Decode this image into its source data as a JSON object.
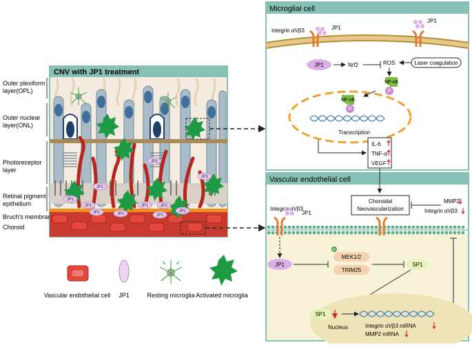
{
  "retina": {
    "title": "CNV with JP1 treatment",
    "layers": [
      "Outer plexiform layer(OPL)",
      "Outer nuclear layer(ONL)",
      "Photoreceptor layer",
      "Retinal pigment epithelium",
      "Bruch's membrane",
      "Choroid"
    ],
    "jp1_label": "JP1"
  },
  "legend": {
    "endothelial": "Vascular endothelial cell",
    "jp1": "JP1",
    "resting": "Resting microglia",
    "activated": "Activated microglia"
  },
  "microglia_panel": {
    "title": "Microglial cell",
    "integrin": "Integrin αVβ3",
    "jp1_a": "JP1",
    "jp1_b": "JP1",
    "jp1_node": "JP1",
    "nrf2": "Nrf2",
    "ros": "ROS",
    "laser": "Laser coagulation",
    "nfkb_a": "NF-κB",
    "nfkb_b": "NF-κB",
    "p_a": "P",
    "p_b": "P",
    "transcription": "Transcription",
    "il6": "IL-6",
    "tnf": "TNF-α",
    "vegf": "VEGF"
  },
  "endo_panel": {
    "title": "Vascular endothelial cell",
    "cnv_line1": "Choroidal",
    "cnv_line2": "Neovascularization",
    "mmp2": "MMP2",
    "integrin_r": "Integrin αVβ3",
    "integrin": "Integrin αVβ3",
    "jp1_top": "JP1",
    "jp1_node": "JP1",
    "p_mek": "P",
    "mek": "MEK1/2",
    "trim25": "TRIM25",
    "sp1": "SP1",
    "sp1_nuc": "SP1",
    "nucleus": "Nucleus",
    "mrna1": "Integrin αVβ3 mRNA",
    "mrna2": "MMP2 mRNA"
  },
  "colors": {
    "panel_header": "#87c1b6",
    "endothelial": "#e8453c",
    "jp1": "#d7a7e0",
    "activated": "#1e9a44",
    "down_arrow": "#d62b2b"
  }
}
